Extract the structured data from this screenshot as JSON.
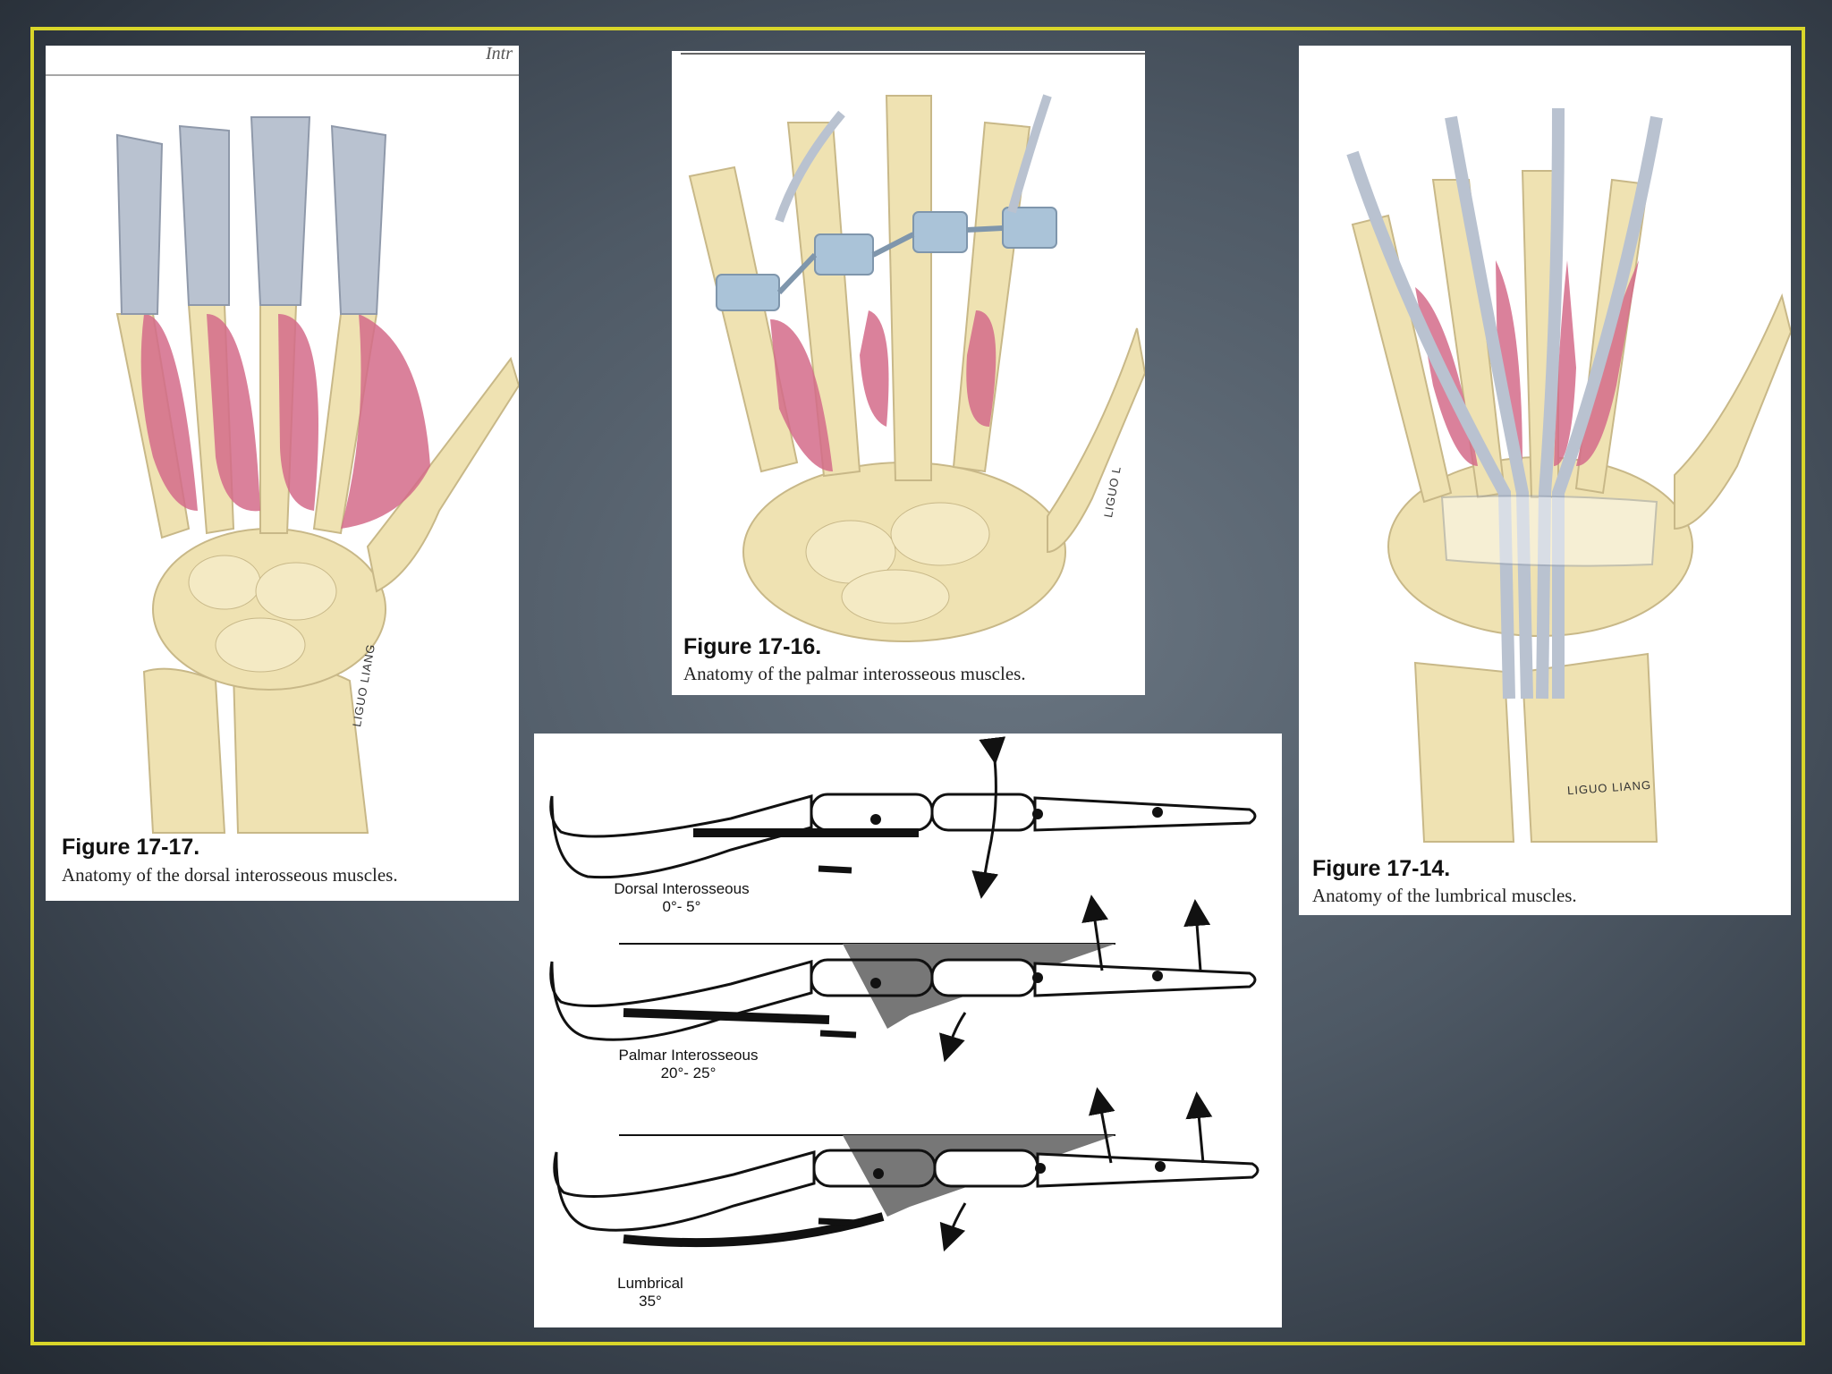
{
  "figures": {
    "dorsal": {
      "header_fragment": "Intr",
      "title": "Figure 17-17.",
      "caption": "Anatomy of the dorsal interosseous muscles.",
      "signature": "LIGUO LIANG"
    },
    "palmar": {
      "title": "Figure 17-16.",
      "caption": "Anatomy of the palmar interosseous muscles.",
      "signature": "LIGUO L"
    },
    "lumbrical": {
      "title": "Figure 17-14.",
      "caption": "Anatomy of the lumbrical muscles.",
      "signature": "LIGUO LIANG"
    }
  },
  "diagram": {
    "rows": [
      {
        "name": "Dorsal Interosseous",
        "angle": "0°- 5°"
      },
      {
        "name": "Palmar Interosseous",
        "angle": "20°- 25°"
      },
      {
        "name": "Lumbrical",
        "angle": "35°"
      }
    ]
  },
  "colors": {
    "frame": "#d9d62a",
    "bone": "#efe2b2",
    "muscle": "#d46b8a",
    "tendon": "#b9c2d0",
    "band": "#aac3d8"
  }
}
